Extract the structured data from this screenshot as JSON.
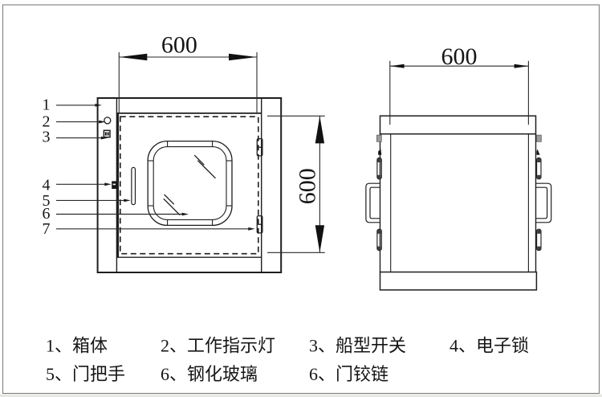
{
  "drawing": {
    "title": "pass-box technical drawing",
    "views": {
      "front_view": "front elevation of pass box",
      "side_view": "side elevation of pass box"
    },
    "dimensions": {
      "front_width": "600",
      "front_height": "600",
      "side_width": "600"
    },
    "callouts": [
      "1",
      "2",
      "3",
      "4",
      "5",
      "6",
      "7"
    ],
    "legend": {
      "row1": [
        "1、箱体",
        "2、工作指示灯",
        "3、船型开关",
        "4、电子锁"
      ],
      "row2": [
        "5、门把手",
        "6、钢化玻璃",
        "6、门铰链"
      ]
    },
    "colors": {
      "line": "#1e1e1e",
      "thin_line": "#2e2e2e",
      "frame_border": "#7f7f7f",
      "tab_gray": "#9c9c9c",
      "background": "#ffffff"
    }
  }
}
